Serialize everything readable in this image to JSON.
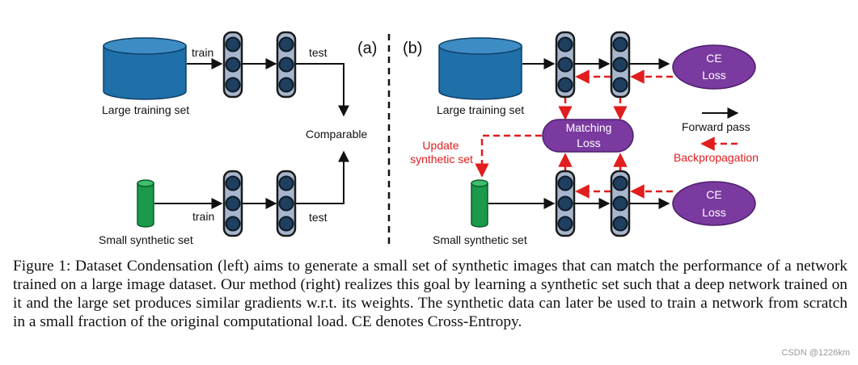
{
  "diagram": {
    "panel_a": "(a)",
    "panel_b": "(b)",
    "a_large_label": "Large training set",
    "a_small_label": "Small synthetic set",
    "a_train_top": "train",
    "a_test_top": "test",
    "a_train_bottom": "train",
    "a_test_bottom": "test",
    "comparable": "Comparable",
    "b_large_label": "Large training set",
    "b_small_label": "Small synthetic set",
    "ce_loss_top": [
      "CE",
      "Loss"
    ],
    "ce_loss_bottom": [
      "CE",
      "Loss"
    ],
    "matching_loss": [
      "Matching",
      "Loss"
    ],
    "update_synthetic": [
      "Update",
      "synthetic set"
    ],
    "forward_pass": "Forward pass",
    "backpropagation": "Backpropagation"
  },
  "colors": {
    "cylinder_blue": "#1f6fa8",
    "cylinder_green": "#1a9a4a",
    "network_fill": "#a7b6cc",
    "node_fill": "#1f3f5f",
    "loss_purple": "#7a3aa0",
    "arrow_red": "#e11d1d"
  },
  "caption": "Figure 1: Dataset Condensation (left) aims to generate a small set of synthetic images that can match the performance of a network trained on a large image dataset. Our method (right) realizes this goal by learning a synthetic set such that a deep network trained on it and the large set produces similar gradients w.r.t. its weights. The synthetic data can later be used to train a network from scratch in a small fraction of the original computational load. CE denotes Cross-Entropy.",
  "watermark": "CSDN @1226km"
}
